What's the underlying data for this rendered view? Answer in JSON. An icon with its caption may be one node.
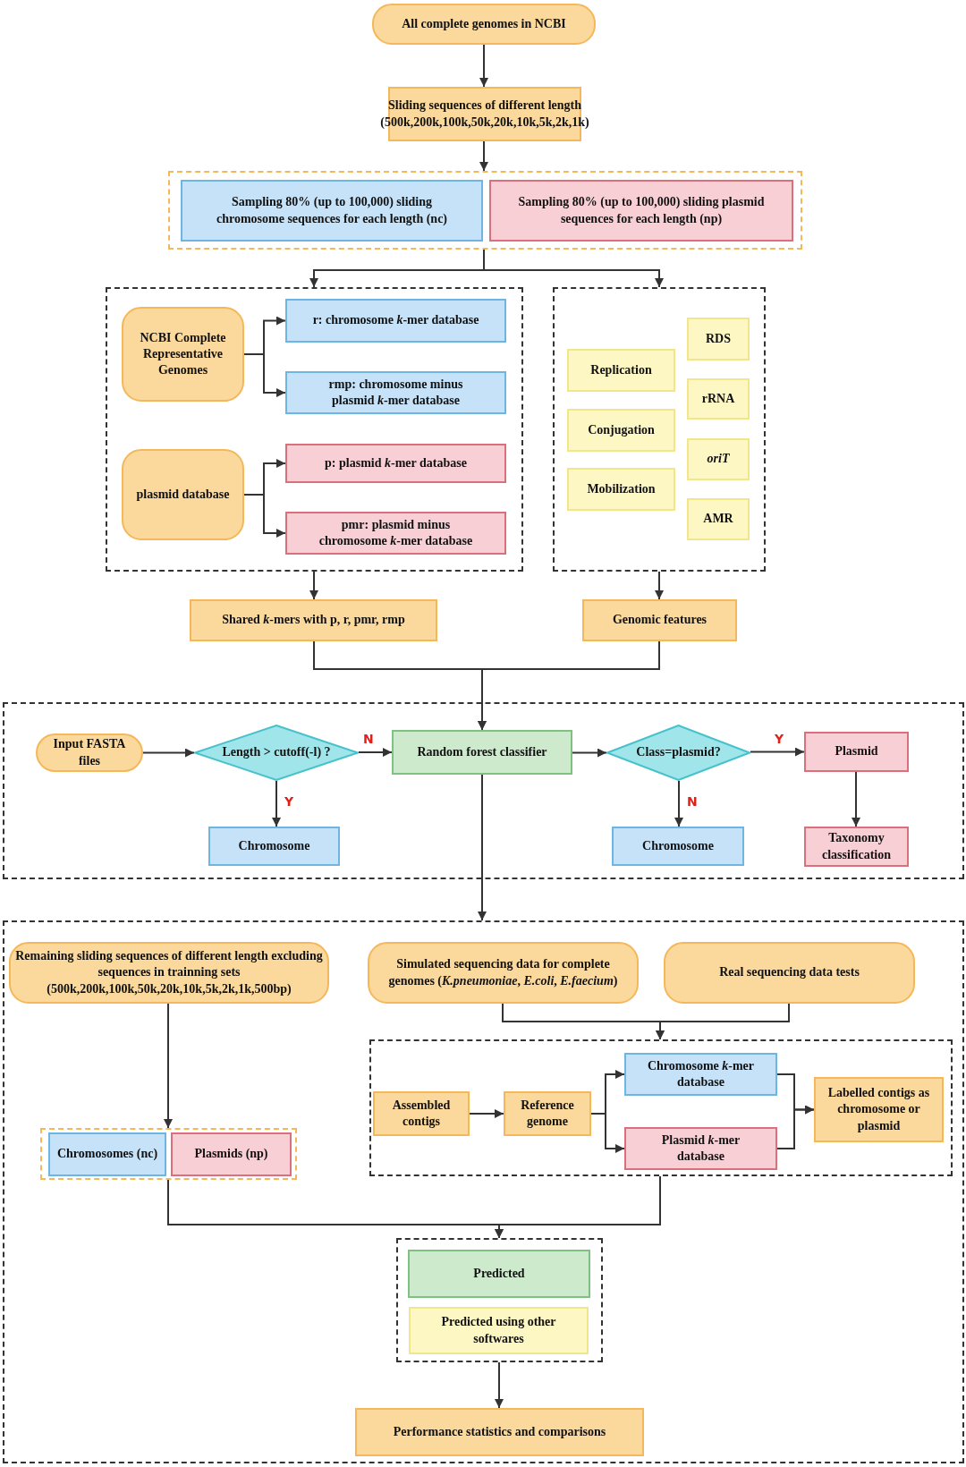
{
  "diagram": {
    "nodes": [
      {
        "text": [
          "All complete genomes in NCBI"
        ]
      },
      {
        "text": [
          "Sliding sequences of different length (500k,200k,100k,50k,20k,10k,5k,2k,1k)"
        ]
      },
      {
        "text": [],
        "shape": "box"
      },
      {
        "text": [
          "Sampling 80% (up to 100,000) sliding chromosome sequences for each length (nc)"
        ],
        "in": 2
      },
      {
        "text": [
          "Sampling 80% (up to 100,000) sliding plasmid sequences for each length (np)"
        ],
        "in": 2
      },
      {
        "text": [],
        "shape": "box"
      },
      {
        "text": [
          "NCBI Complete Representative Genomes"
        ],
        "in": 5
      },
      {
        "text": [
          "r: chromosome *k*-mer database"
        ],
        "in": 5
      },
      {
        "text": [
          "rmp: chromosome minus plasmid *k*-mer database"
        ],
        "in": 5
      },
      {
        "text": [
          "plasmid database"
        ],
        "in": 5
      },
      {
        "text": [
          "p: plasmid *k*-mer database"
        ],
        "in": 5
      },
      {
        "text": [
          "pmr: plasmid minus chromosome *k*-mer database"
        ],
        "in": 5
      },
      {
        "text": [],
        "shape": "box"
      },
      {
        "text": [
          "Replication"
        ],
        "in": 12
      },
      {
        "text": [
          "Conjugation"
        ],
        "in": 12
      },
      {
        "text": [
          "Mobilization"
        ],
        "in": 12
      },
      {
        "text": [
          "RDS"
        ],
        "in": 12
      },
      {
        "text": [
          "rRNA"
        ],
        "in": 12
      },
      {
        "text": [
          "oriT"
        ],
        "in": 12
      },
      {
        "text": [
          "AMR"
        ],
        "in": 12
      },
      {
        "text": [
          "Shared *k*-mers with p, r, pmr, rmp"
        ]
      },
      {
        "text": [
          "Genomic features"
        ]
      },
      {
        "text": [],
        "shape": "box"
      },
      {
        "text": [
          "Input FASTA files"
        ],
        "in": 22
      },
      {
        "text": [
          "Length > cutoff(-l) ?"
        ],
        "in": 22
      },
      {
        "text": [
          "Random forest classifier"
        ],
        "in": 22
      },
      {
        "text": [
          "Class=plasmid?"
        ],
        "in": 22
      },
      {
        "text": [
          "Plasmid"
        ],
        "in": 22
      },
      {
        "text": [
          "Chromosome"
        ],
        "in": 22
      },
      {
        "text": [
          "Chromosome"
        ],
        "in": 22
      },
      {
        "text": [
          "Taxonomy classification"
        ],
        "in": 22
      },
      {
        "text": [],
        "shape": "box"
      },
      {
        "text": [
          "Remaining sliding sequences of different length excluding sequences in trainning sets (500k,200k,100k,50k,20k,10k,5k,2k,1k,500bp)"
        ],
        "in": 31
      },
      {
        "text": [
          "Simulated sequencing data for complete genomes (*K.pneumoniae*, *E.coli*, *E.faecium*)"
        ],
        "in": 31
      },
      {
        "text": [
          "Real sequencing data tests"
        ],
        "in": 31
      },
      {
        "text": [],
        "shape": "box",
        "in": 31
      },
      {
        "text": [
          "Assembled contigs"
        ],
        "in": 35
      },
      {
        "text": [
          "Reference genome"
        ],
        "in": 35
      },
      {
        "text": [
          "Chromosome *k*-mer database"
        ],
        "in": 35
      },
      {
        "text": [
          "Plasmid *k*-mer database"
        ],
        "in": 35
      },
      {
        "text": [
          "Labelled contigs as chromosome or plasmid"
        ],
        "in": 35
      },
      {
        "text": [],
        "shape": "box",
        "in": 31
      },
      {
        "text": [
          "Chromosomes (nc)"
        ],
        "in": 41
      },
      {
        "text": [
          "Plasmids (np)"
        ],
        "in": 41
      },
      {
        "text": [],
        "shape": "box",
        "in": 31
      },
      {
        "text": [
          "Predicted"
        ],
        "in": 44
      },
      {
        "text": [
          "Predicted using other softwares"
        ],
        "in": 44
      },
      {
        "text": [
          "Performance statistics and comparisons"
        ],
        "in": 31
      }
    ],
    "edges": [
      {
        "from": 0,
        "to": 1,
        "arrow": "to"
      },
      {
        "from": 1,
        "to": 2,
        "arrow": "to"
      },
      {
        "from": 2,
        "to": 5,
        "arrow": "to"
      },
      {
        "from": 2,
        "to": 12,
        "arrow": "to"
      },
      {
        "from": 6,
        "to": 7,
        "arrow": "to"
      },
      {
        "from": 6,
        "to": 8,
        "arrow": "to"
      },
      {
        "from": 9,
        "to": 10,
        "arrow": "to"
      },
      {
        "from": 9,
        "to": 11,
        "arrow": "to"
      },
      {
        "from": 5,
        "to": 20,
        "arrow": "to"
      },
      {
        "from": 12,
        "to": 21,
        "arrow": "to"
      },
      {
        "from": 20,
        "to": 25,
        "arrow": "to"
      },
      {
        "from": 21,
        "to": 25,
        "arrow": "to"
      },
      {
        "from": 23,
        "to": 24,
        "arrow": "to"
      },
      {
        "from": 24,
        "to": 25,
        "label": "N",
        "arrow": "to"
      },
      {
        "from": 24,
        "to": 28,
        "label": "Y",
        "arrow": "to"
      },
      {
        "from": 25,
        "to": 26,
        "arrow": "to"
      },
      {
        "from": 26,
        "to": 27,
        "label": "Y",
        "arrow": "to"
      },
      {
        "from": 26,
        "to": 29,
        "label": "N",
        "arrow": "to"
      },
      {
        "from": 27,
        "to": 30,
        "arrow": "to"
      },
      {
        "from": 25,
        "to": 31,
        "arrow": "to"
      },
      {
        "from": 32,
        "to": 41,
        "arrow": "to"
      },
      {
        "from": 33,
        "to": 35,
        "arrow": "to"
      },
      {
        "from": 34,
        "to": 35,
        "arrow": "to"
      },
      {
        "from": 36,
        "to": 37,
        "arrow": "to"
      },
      {
        "from": 37,
        "to": 38,
        "arrow": "to"
      },
      {
        "from": 37,
        "to": 39,
        "arrow": "to"
      },
      {
        "from": 38,
        "to": 40,
        "arrow": "to"
      },
      {
        "from": 39,
        "to": 40,
        "arrow": "to"
      },
      {
        "from": 41,
        "to": 44,
        "arrow": "to"
      },
      {
        "from": 35,
        "to": 44,
        "arrow": "to"
      },
      {
        "from": 44,
        "to": 47,
        "arrow": "to"
      }
    ]
  }
}
